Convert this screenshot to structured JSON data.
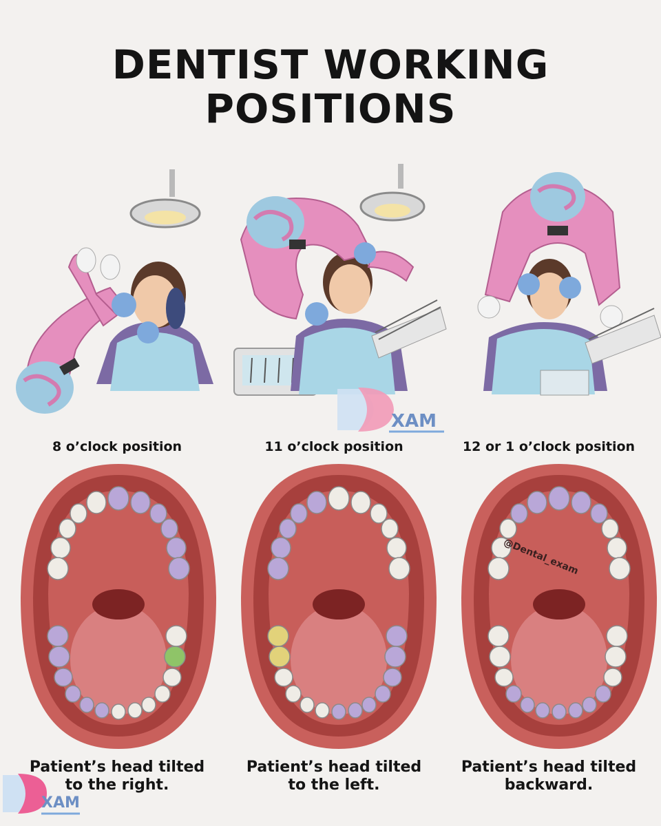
{
  "title": "DENTIST WORKING POSITIONS",
  "panels": [
    {
      "position_label": "8 o’clock position",
      "caption_line1": "Patient’s head tilted",
      "caption_line2": "to the right."
    },
    {
      "position_label": "11 o’clock position",
      "caption_line1": "Patient’s head tilted",
      "caption_line2": "to the left."
    },
    {
      "position_label": "12 or 1 o’clock position",
      "caption_line1": "Patient’s head tilted",
      "caption_line2": "backward."
    }
  ],
  "logo": {
    "text": "XAM"
  },
  "watermark": "@Dental_exam",
  "colors": {
    "background": "#f3f1ef",
    "scrubs": "#e58fbe",
    "gloves": "#7ea9dc",
    "patient_bib": "#a9d6e6",
    "gum": "#c9605c",
    "tongue": "#d98080",
    "highlight_purple": "#b9a7d8",
    "highlight_green": "#8fc468",
    "highlight_yellow": "#e2d27a"
  }
}
